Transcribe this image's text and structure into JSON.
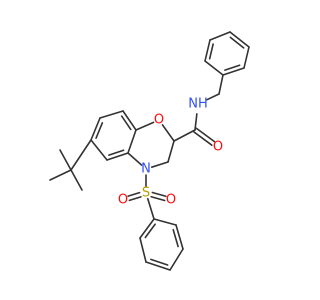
{
  "molecule": {
    "atoms": {
      "nh": {
        "text": "NH",
        "color": "#3050F8"
      },
      "o_amide": {
        "text": "O",
        "color": "#FF0D0D"
      },
      "o_ring": {
        "text": "O",
        "color": "#FF0D0D"
      },
      "n_ring": {
        "text": "N",
        "color": "#3050F8"
      },
      "s": {
        "text": "S",
        "color": "#B8A000"
      },
      "o_s_left": {
        "text": "O",
        "color": "#FF0D0D"
      },
      "o_s_right": {
        "text": "O",
        "color": "#FF0D0D"
      }
    },
    "bond_color": "#333333"
  }
}
